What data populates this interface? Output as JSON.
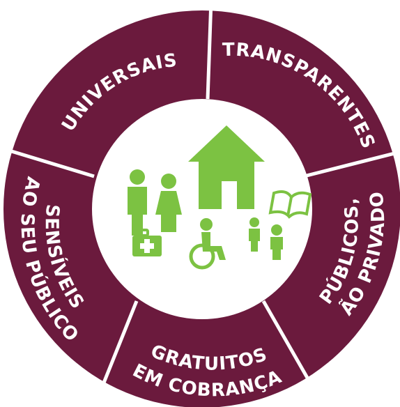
{
  "colors": {
    "ring": "#6b1a3d",
    "divider": "#ffffff",
    "icons": "#7cc242",
    "text": "#ffffff",
    "background": "#ffffff"
  },
  "segments": [
    {
      "id": "universais",
      "lines": [
        "UNIVERSAIS"
      ]
    },
    {
      "id": "transparentes",
      "lines": [
        "TRANSPARENTES"
      ]
    },
    {
      "id": "publicos",
      "lines": [
        "PÚBLICOS,",
        "NÃO PRIVADOS"
      ]
    },
    {
      "id": "gratuitos",
      "lines": [
        "GRATUITOS",
        "SEM COBRANÇAS"
      ]
    },
    {
      "id": "sensiveis",
      "lines": [
        "SENSÍVEIS",
        "AO SEU PÚBLICO"
      ]
    }
  ],
  "icons": [
    "house-icon",
    "adult-figure-icon",
    "adult-female-figure-icon",
    "book-icon",
    "first-aid-kit-icon",
    "wheelchair-user-icon",
    "child-figure-icon",
    "child-figure-icon"
  ]
}
